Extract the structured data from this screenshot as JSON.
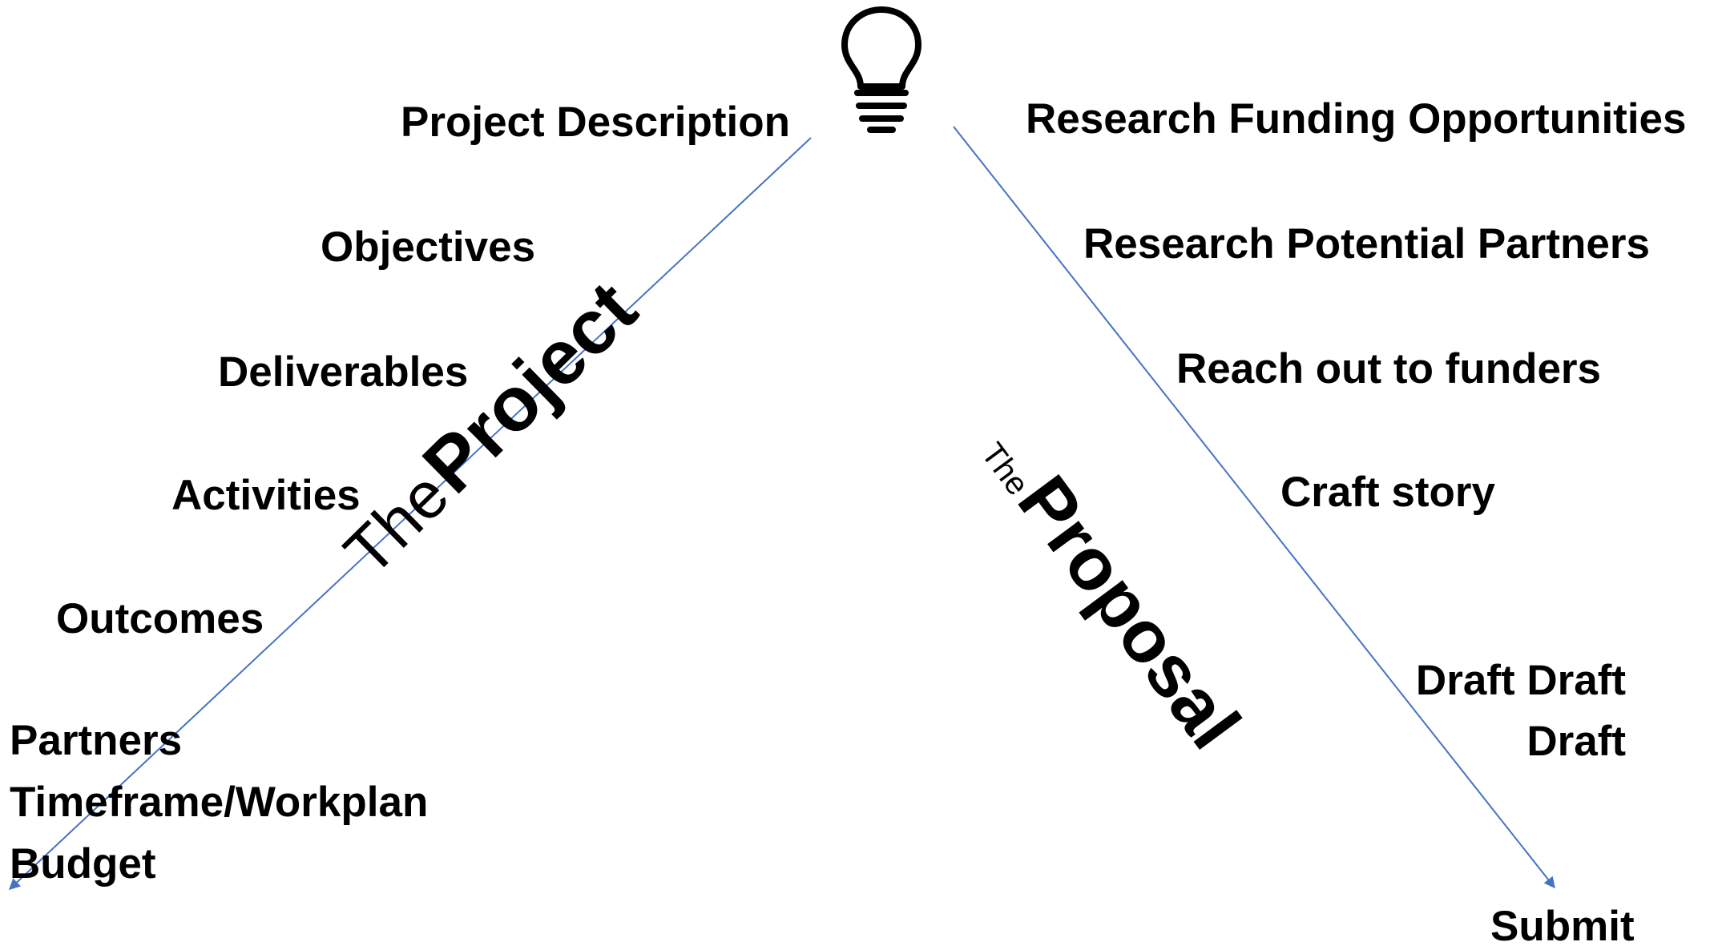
{
  "diagram": {
    "icon": "lightbulb-icon",
    "line_color": "#4472C4",
    "left_branch": {
      "label_prefix": "The",
      "label_word": "Project",
      "items": [
        "Project Description",
        "Objectives",
        "Deliverables",
        "Activities",
        "Outcomes"
      ],
      "final_items": [
        "Partners",
        "Timeframe/Workplan",
        "Budget"
      ]
    },
    "right_branch": {
      "label_prefix": "The",
      "label_word": "Proposal",
      "items": [
        "Research Funding Opportunities",
        "Research Potential Partners",
        "Reach out to funders",
        "Craft story"
      ],
      "draft_lines": [
        "Draft Draft",
        "Draft"
      ],
      "end_item": "Submit"
    }
  }
}
